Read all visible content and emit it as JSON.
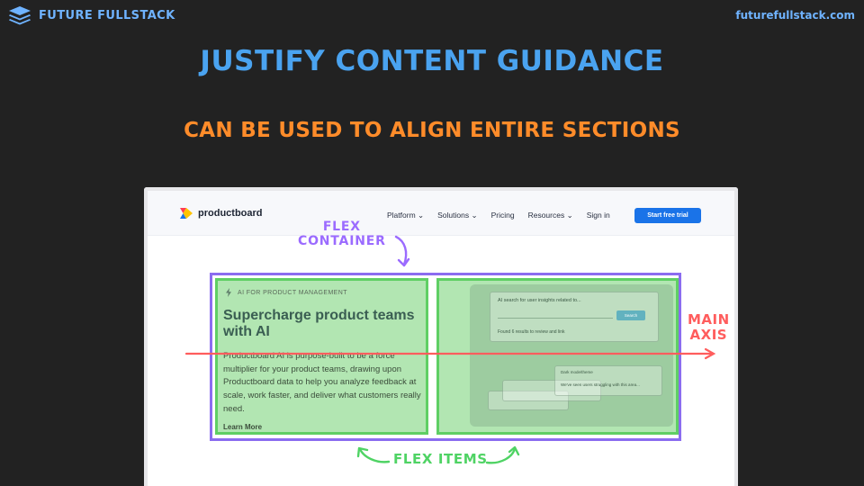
{
  "brand": {
    "name": "FUTURE FULLSTACK",
    "url": "futurefullstack.com",
    "icon": "stacked-layers-icon"
  },
  "slide": {
    "title": "JUSTIFY CONTENT GUIDANCE",
    "subtitle": "CAN BE USED TO ALIGN ENTIRE SECTIONS"
  },
  "annotations": {
    "flex_container": "FLEX\nCONTAINER",
    "main_axis": "MAIN\nAXIS",
    "flex_items": "FLEX ITEMS"
  },
  "screenshot": {
    "logo_text": "productboard",
    "nav": [
      "Platform",
      "Solutions",
      "Pricing",
      "Resources",
      "Sign in"
    ],
    "cta": "Start free trial",
    "eyebrow": "AI FOR PRODUCT MANAGEMENT",
    "headline": "Supercharge product teams with AI",
    "body": "Productboard AI is purpose-built to be a force multiplier for your product teams, drawing upon Productboard data to help you analyze feedback at scale, work faster, and deliver what customers really need.",
    "learn_more": "Learn More",
    "mock": {
      "query": "AI search for user insights related to...",
      "button": "Search",
      "found": "Found 6 results to review and link",
      "stack_1": "Dark mode/theme",
      "stack_2": "We've seen users struggling with this area..."
    }
  },
  "colors": {
    "background": "#222222",
    "title_blue": "#4aa3f0",
    "subtitle_orange": "#ff8c2a",
    "container_purple": "#8b6cf0",
    "item_green": "#5fcf64",
    "axis_red": "#ff5d5d"
  }
}
